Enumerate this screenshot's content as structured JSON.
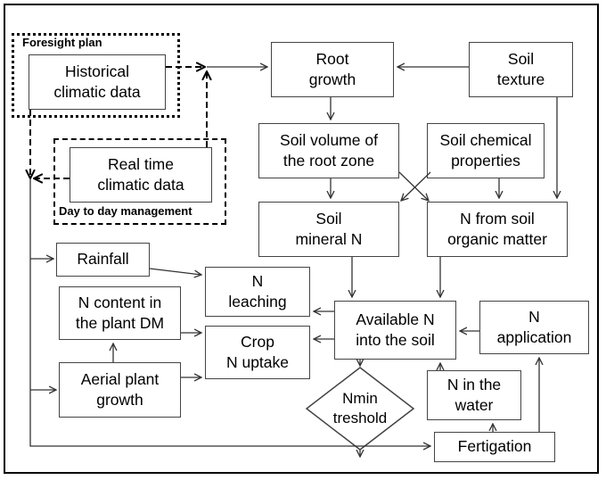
{
  "groups": {
    "foresight": "Foresight plan",
    "day_to_day": "Day to day management"
  },
  "nodes": {
    "historical": "Historical\nclimatic data",
    "real_time": "Real time\nclimatic data",
    "root_growth": "Root\ngrowth",
    "soil_texture": "Soil\ntexture",
    "soil_volume": "Soil volume of\nthe root zone",
    "soil_chemical": "Soil chemical\nproperties",
    "soil_mineral_n": "Soil\nmineral N",
    "n_from_som": "N from soil\norganic matter",
    "rainfall": "Rainfall",
    "n_leaching": "N\nleaching",
    "n_content": "N content in\nthe plant DM",
    "crop_n_uptake": "Crop\nN uptake",
    "available_n": "Available N\ninto the soil",
    "n_application": "N\napplication",
    "aerial_growth": "Aerial plant\ngrowth",
    "nmin": "Nmin\ntreshold",
    "n_in_water": "N in the\nwater",
    "fertigation": "Fertigation"
  }
}
